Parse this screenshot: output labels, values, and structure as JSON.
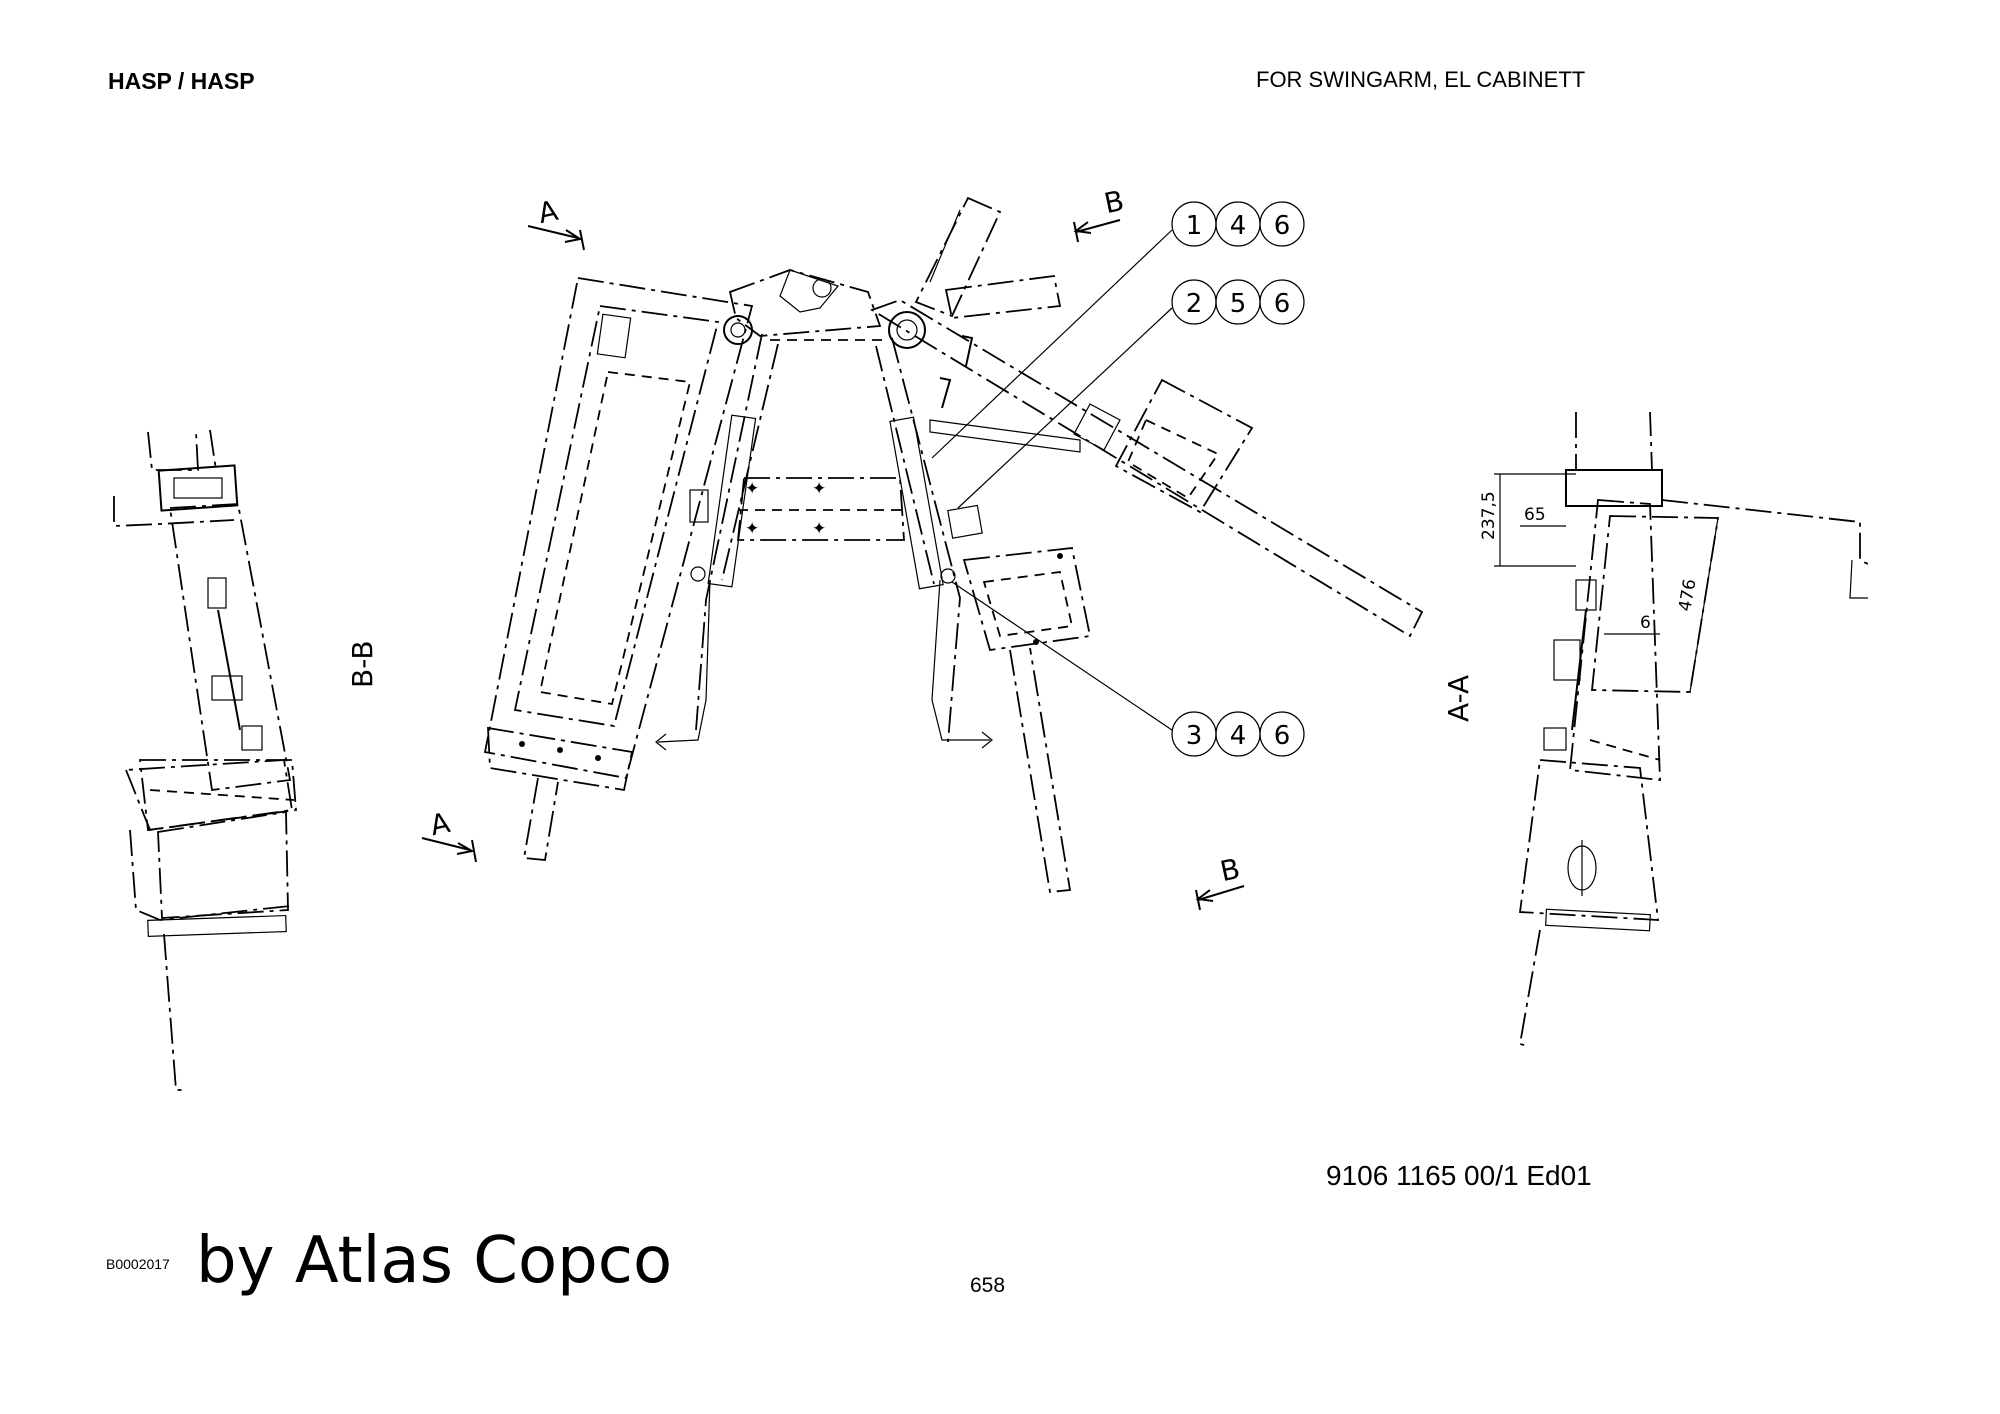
{
  "header": {
    "title": "HASP / HASP",
    "subtitle": "FOR SWINGARM, EL CABINETT"
  },
  "footer": {
    "document_number": "9106 1165 00/1  Ed01",
    "image_id": "B0002017",
    "brand": "by Atlas Copco",
    "page_number": "658"
  },
  "drawing": {
    "section_labels": {
      "a_top": "A",
      "a_bottom": "A",
      "b_top": "B",
      "b_bottom": "B",
      "view_bb": "B-B",
      "view_aa": "A-A"
    },
    "callouts": [
      {
        "items": [
          "1",
          "4",
          "6"
        ]
      },
      {
        "items": [
          "2",
          "5",
          "6"
        ]
      },
      {
        "items": [
          "3",
          "4",
          "6"
        ]
      }
    ],
    "dimensions": {
      "d1": "237,5",
      "d2": "65",
      "d3": "476",
      "d4": "6"
    }
  }
}
